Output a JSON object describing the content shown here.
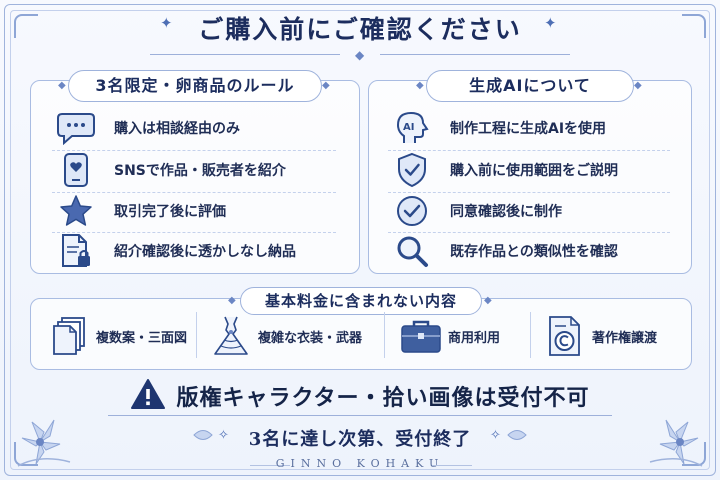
{
  "title": "ご購入前にご確認ください",
  "rules_panel": {
    "heading": "3名限定・卵商品のルール",
    "items": [
      {
        "icon": "chat-bubble-icon",
        "label": "購入は相談経由のみ"
      },
      {
        "icon": "smartphone-heart-icon",
        "label": "SNSで作品・販売者を紹介"
      },
      {
        "icon": "star-icon",
        "label": "取引完了後に評価"
      },
      {
        "icon": "document-lock-icon",
        "label": "紹介確認後に透かしなし納品"
      }
    ]
  },
  "ai_panel": {
    "heading": "生成AIについて",
    "items": [
      {
        "icon": "ai-head-icon",
        "label": "制作工程に生成AIを使用"
      },
      {
        "icon": "shield-check-icon",
        "label": "購入前に使用範囲をご説明"
      },
      {
        "icon": "check-circle-icon",
        "label": "同意確認後に制作"
      },
      {
        "icon": "magnifier-icon",
        "label": "既存作品との類似性を確認"
      }
    ]
  },
  "fee_panel": {
    "heading": "基本料金に含まれない内容",
    "items": [
      {
        "icon": "documents-stack-icon",
        "label": "複数案・三面図"
      },
      {
        "icon": "dress-icon",
        "label": "複雑な衣装・武器"
      },
      {
        "icon": "briefcase-icon",
        "label": "商用利用"
      },
      {
        "icon": "copyright-document-icon",
        "label": "著作権譲渡"
      }
    ]
  },
  "warning": {
    "icon": "warning-triangle-icon",
    "text": "版権キャラクター・拾い画像は受付不可"
  },
  "closing": "3名に達し次第、受付終了",
  "brand": "GINNO KOHAKU",
  "colors": {
    "accent": "#4e6fb5",
    "text": "#1c2d5e",
    "border": "#a9bce2",
    "background": "#f4f7fd"
  }
}
